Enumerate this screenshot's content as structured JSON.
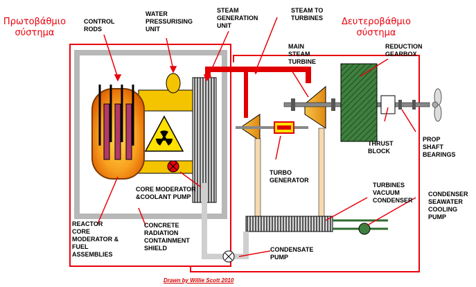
{
  "titles": {
    "primary": "Πρωτοβάθμιο\nσύστημα",
    "secondary": "Δευτεροβάθμιο\nσύστημα"
  },
  "labels": {
    "control_rods": "CONTROL\nRODS",
    "water_pressurising": "WATER\nPRESSURISING\nUNIT",
    "steam_generation": "STEAM\nGENERATION\nUNIT",
    "steam_to_turbines": "STEAM TO\nTURBINES",
    "main_steam_turbine": "MAIN\nSTEAM\nTURBINE",
    "reduction_gearbox": "REDUCTION\nGEARBOX",
    "thrust_block": "THRUST\nBLOCK",
    "prop_shaft": "PROP\nSHAFT\nBEARINGS",
    "turbo_generator": "TURBO\nGENERATOR",
    "core_pump": "CORE MODERATOR\n&COOLANT PUMP",
    "turbines_condenser": "TURBINES\nVACUUM\nCONDENSER",
    "seawater_pump": "CONDENSER\nSEAWATER\nCOOLING\nPUMP",
    "reactor_core": "REACTOR\nCORE\nMODERATOR &\nFUEL\nASSEMBLIES",
    "containment": "CONCRETE\nRADIATION\nCONTAINMENT\nSHIELD",
    "condensate_pump": "CONDENSATE\nPUMP"
  },
  "credit": "Drawn by Willie Scott 2010",
  "colors": {
    "boundary": "#e8000b",
    "steam_pipe": "#e00000",
    "water_pipe": "#f4c400",
    "turbine": "#f0a020",
    "gearbox": "#2f6b2f",
    "shield": "#c9c9c9",
    "core": "#f07800"
  }
}
